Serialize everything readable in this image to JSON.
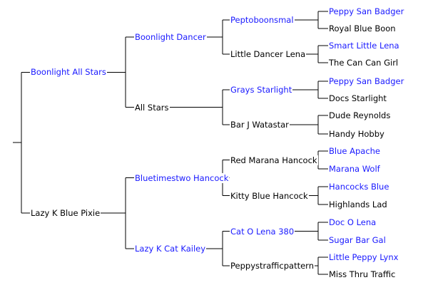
{
  "pedigree": {
    "sire": {
      "name": "Boonlight All Stars",
      "link": true,
      "sire": {
        "name": "Boonlight Dancer",
        "link": true,
        "sire": {
          "name": "Peptoboonsmal",
          "link": true,
          "sire": {
            "name": "Peppy San Badger",
            "link": true
          },
          "dam": {
            "name": "Royal Blue Boon",
            "link": false
          }
        },
        "dam": {
          "name": "Little Dancer Lena",
          "link": false,
          "sire": {
            "name": "Smart Little Lena",
            "link": true
          },
          "dam": {
            "name": "The Can Can Girl",
            "link": false
          }
        }
      },
      "dam": {
        "name": "All Stars",
        "link": false,
        "sire": {
          "name": "Grays Starlight",
          "link": true,
          "sire": {
            "name": "Peppy San Badger",
            "link": true
          },
          "dam": {
            "name": "Docs Starlight",
            "link": false
          }
        },
        "dam": {
          "name": "Bar J Watastar",
          "link": false,
          "sire": {
            "name": "Dude Reynolds",
            "link": false
          },
          "dam": {
            "name": "Handy Hobby",
            "link": false
          }
        }
      }
    },
    "dam": {
      "name": "Lazy K Blue Pixie",
      "link": false,
      "sire": {
        "name": "Bluetimestwo Hancock",
        "link": true,
        "sire": {
          "name": "Red Marana Hancock",
          "link": false,
          "sire": {
            "name": "Blue Apache",
            "link": true
          },
          "dam": {
            "name": "Marana Wolf",
            "link": true
          }
        },
        "dam": {
          "name": "Kitty Blue Hancock",
          "link": false,
          "sire": {
            "name": "Hancocks Blue",
            "link": true
          },
          "dam": {
            "name": "Highlands Lad",
            "link": false
          }
        }
      },
      "dam": {
        "name": "Lazy K Cat Kailey",
        "link": true,
        "sire": {
          "name": "Cat O Lena 380",
          "link": true,
          "sire": {
            "name": "Doc O Lena",
            "link": true
          },
          "dam": {
            "name": "Sugar Bar Gal",
            "link": true
          }
        },
        "dam": {
          "name": "Peppystrafficpattern",
          "link": false,
          "sire": {
            "name": "Little Peppy Lynx",
            "link": true
          },
          "dam": {
            "name": "Miss Thru Traffic",
            "link": false
          }
        }
      }
    }
  },
  "colors": {
    "link": "#1a1aff",
    "text": "#000000",
    "line": "#000000"
  }
}
